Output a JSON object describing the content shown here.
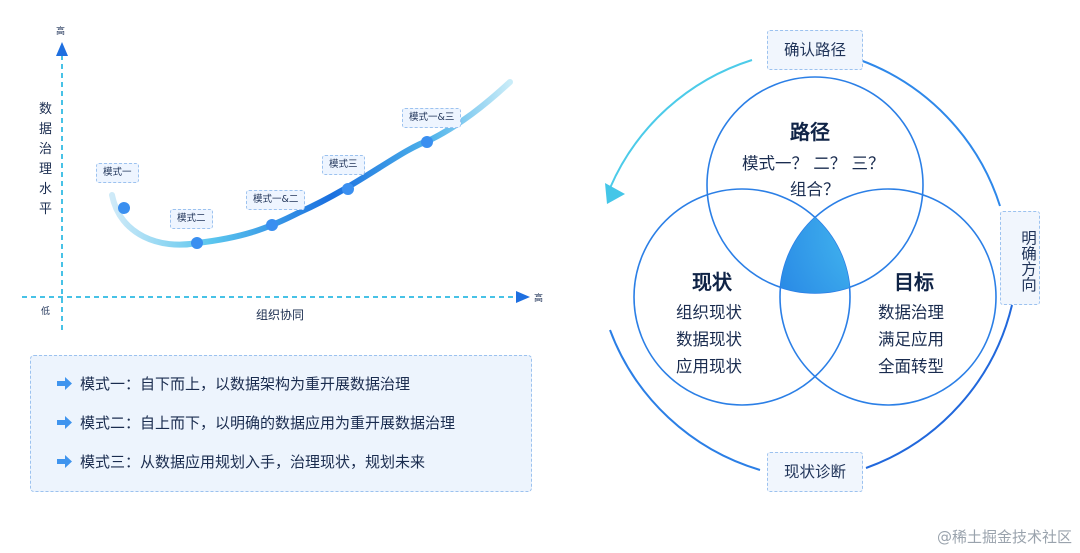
{
  "chart": {
    "y_axis_top": "高",
    "y_axis_label": "数\n据\n治\n理\n水\n平",
    "x_axis_end": "高",
    "origin": "低",
    "x_axis_label": "组织协同",
    "points": [
      {
        "label": "模式一"
      },
      {
        "label": "模式二"
      },
      {
        "label": "模式一&二"
      },
      {
        "label": "模式三"
      },
      {
        "label": "模式一&三"
      }
    ]
  },
  "legend": {
    "items": [
      "模式一：自下而上，以数据架构为重开展数据治理",
      "模式二：自上而下，以明确的数据应用为重开展数据治理",
      "模式三：从数据应用规划入手，治理现状，规划未来"
    ]
  },
  "cycle": {
    "top_tag": "确认路径",
    "right_tag": "明确方向",
    "bottom_tag": "现状诊断"
  },
  "venn": {
    "top": {
      "title": "路径",
      "lines": [
        "模式一？ 二？ 三？",
        "组合？"
      ]
    },
    "left": {
      "title": "现状",
      "lines": [
        "组织现状",
        "数据现状",
        "应用现状"
      ]
    },
    "right": {
      "title": "目标",
      "lines": [
        "数据治理",
        "满足应用",
        "全面转型"
      ]
    }
  },
  "watermark": "@稀土掘金技术社区",
  "colors": {
    "accent": "#1e6fe0",
    "cyan": "#44c6e8",
    "text": "#1a2c4f"
  }
}
